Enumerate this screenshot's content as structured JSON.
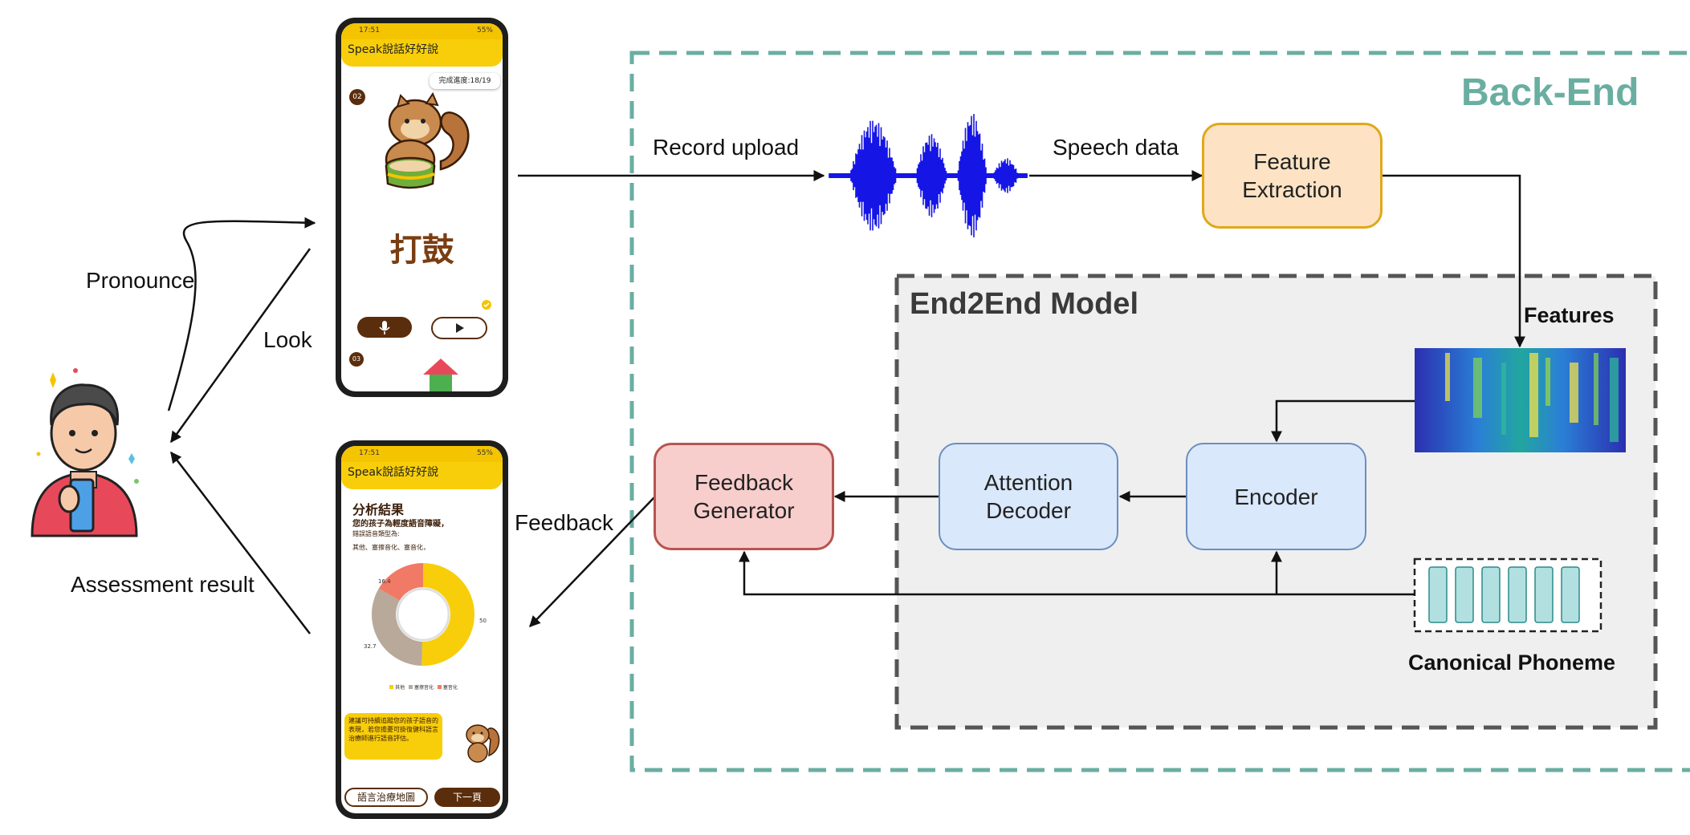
{
  "backend": {
    "title": "Back-End",
    "color": "#6aaea1"
  },
  "model": {
    "title": "End2End Model"
  },
  "edges": {
    "record_upload": "Record upload",
    "speech_data": "Speech data",
    "features": "Features",
    "feedback": "Feedback",
    "pronounce": "Pronounce",
    "look": "Look",
    "assessment_result": "Assessment result"
  },
  "nodes": {
    "feature_extraction": "Feature\nExtraction",
    "encoder": "Encoder",
    "attention_decoder": "Attention\nDecoder",
    "feedback_generator": "Feedback\nGenerator",
    "canonical_phoneme": "Canonical Phoneme"
  },
  "colors": {
    "feature_extraction_fill": "#fde3c4",
    "feature_extraction_border": "#e0a81a",
    "encoder_fill": "#d9e8fb",
    "encoder_border": "#6c8ebf",
    "feedback_fill": "#f8cecc",
    "feedback_border": "#b85450",
    "phoneme_fill": "#b2e0e0",
    "phoneme_border": "#2b8a8a",
    "model_fill": "#efefef",
    "model_border": "#555555",
    "waveform": "#1515e6",
    "app_yellow": "#f8ce0a",
    "app_brown": "#5a2d0c"
  },
  "phone1": {
    "status_time": "17:51",
    "status_right": "55%",
    "app_title": "Speak說話好好說",
    "progress": "完成進度:18/19",
    "badge_top": "02",
    "badge_bottom": "03",
    "word": "打鼓"
  },
  "phone2": {
    "status_time": "17:51",
    "status_right": "55%",
    "app_title": "Speak說話好好說",
    "heading": "分析結果",
    "line1": "您的孩子為輕度語音障礙，",
    "line2": "錯誤語音類型為:",
    "line3": "其他、塞擦音化、塞音化，",
    "donut_label_top": "16.4",
    "donut_label_left": "32.7",
    "donut_label_right": "50",
    "donut_values": [
      50,
      32.7,
      16.4
    ],
    "legend": [
      "其他",
      "塞擦音化",
      "塞音化"
    ],
    "advice": "建議可持續追蹤您的孩子語音的表現，若您擔憂可掛復健科語言治療師進行語音評估。",
    "button_left": "語言治療地圖",
    "button_right": "下一頁"
  }
}
